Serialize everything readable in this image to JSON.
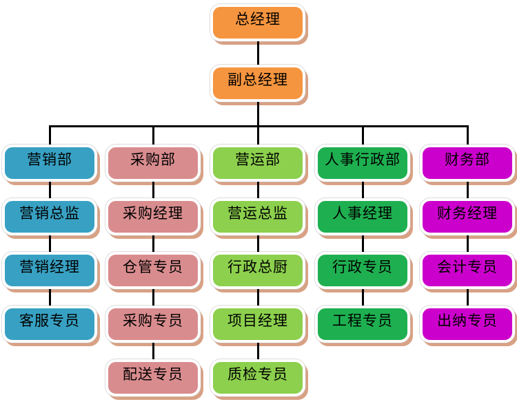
{
  "diagram": {
    "type": "org-chart",
    "line_color": "#000000",
    "box_border_color": "#ffffff",
    "box_shadow_color": "#d9a184",
    "text_color": "#000000",
    "top_nodes": [
      {
        "id": "general-manager",
        "label": "总经理",
        "color": "#f6953f"
      },
      {
        "id": "deputy-general-manager",
        "label": "副总经理",
        "color": "#f6953f"
      }
    ],
    "columns": [
      {
        "id": "marketing",
        "color": "#38a1c3",
        "nodes": [
          "营销部",
          "营销总监",
          "营销经理",
          "客服专员"
        ]
      },
      {
        "id": "purchasing",
        "color": "#d98c8e",
        "nodes": [
          "采购部",
          "采购经理",
          "仓管专员",
          "采购专员",
          "配送专员"
        ]
      },
      {
        "id": "operations",
        "color": "#8cd04d",
        "nodes": [
          "营运部",
          "营运总监",
          "行政总厨",
          "项目经理",
          "质检专员"
        ]
      },
      {
        "id": "hr-admin",
        "color": "#1eb050",
        "nodes": [
          "人事行政部",
          "人事经理",
          "行政专员",
          "工程专员"
        ]
      },
      {
        "id": "finance",
        "color": "#cc00cc",
        "nodes": [
          "财务部",
          "财务经理",
          "会计专员",
          "出纳专员"
        ]
      }
    ]
  }
}
